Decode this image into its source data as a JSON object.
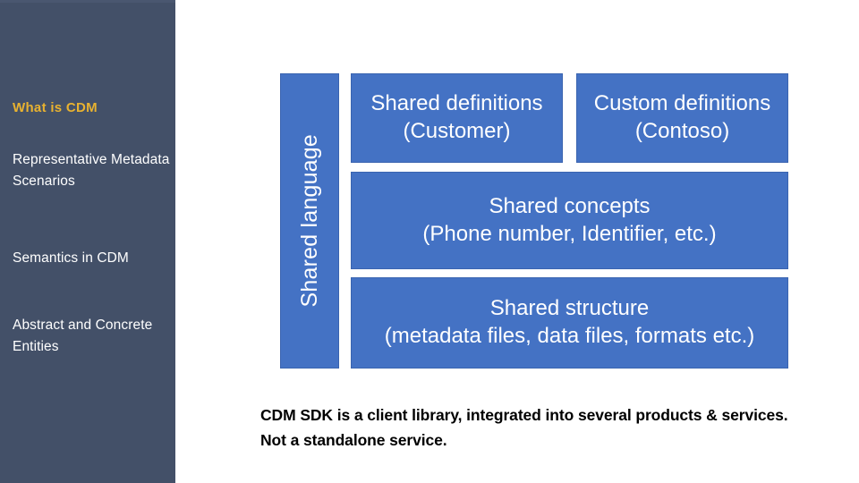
{
  "sidebar": {
    "items": [
      {
        "label": "What is CDM",
        "active": true
      },
      {
        "label": "Representative Metadata Scenarios",
        "active": false
      },
      {
        "label": "Semantics in CDM",
        "active": false
      },
      {
        "label": "Abstract and Concrete Entities",
        "active": false
      }
    ],
    "background_color": "#435068",
    "active_color": "#e8b230",
    "text_color": "#ffffff"
  },
  "diagram": {
    "block_color": "#4472c4",
    "block_text_color": "#ffffff",
    "spine": {
      "label": "Shared language",
      "orientation": "vertical-bottom-to-top"
    },
    "blocks": [
      {
        "name": "shared-definitions",
        "line1": "Shared definitions",
        "line2": "(Customer)"
      },
      {
        "name": "custom-definitions",
        "line1": "Custom definitions",
        "line2": "(Contoso)"
      },
      {
        "name": "shared-concepts",
        "line1": "Shared concepts",
        "line2": "(Phone number, Identifier, etc.)"
      },
      {
        "name": "shared-structure",
        "line1": "Shared structure",
        "line2": "(metadata files, data files, formats etc.)"
      }
    ]
  },
  "caption": {
    "line1": "CDM SDK is a client library, integrated into several products & services.",
    "line2": "Not a standalone service.",
    "color": "#000000"
  }
}
